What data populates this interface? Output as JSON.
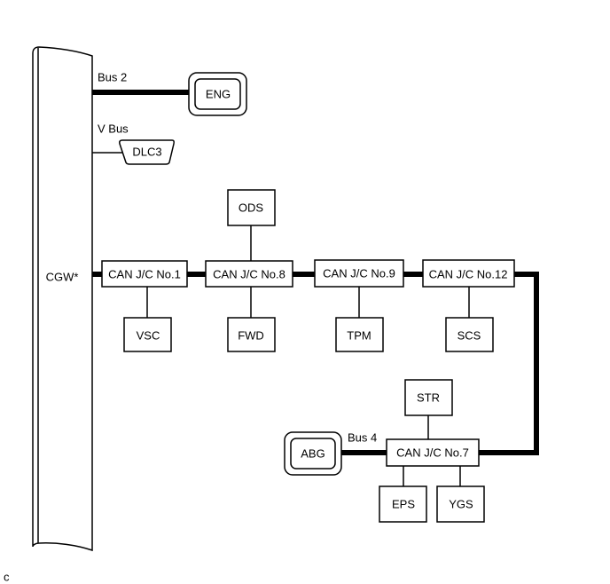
{
  "cgw": {
    "label": "CGW*"
  },
  "buses": {
    "bus2": "Bus 2",
    "vbus": "V Bus",
    "bus4": "Bus 4"
  },
  "ecus": {
    "eng": "ENG",
    "dlc3": "DLC3",
    "ods": "ODS",
    "vsc": "VSC",
    "fwd": "FWD",
    "tpm": "TPM",
    "scs": "SCS",
    "str": "STR",
    "abg": "ABG",
    "eps": "EPS",
    "ygs": "YGS"
  },
  "junctions": {
    "jc1": "CAN J/C No.1",
    "jc8": "CAN J/C No.8",
    "jc9": "CAN J/C No.9",
    "jc12": "CAN J/C No.12",
    "jc7": "CAN J/C No.7"
  },
  "footer": {
    "code": "c"
  },
  "colors": {
    "line": "#000000",
    "background": "#ffffff"
  }
}
